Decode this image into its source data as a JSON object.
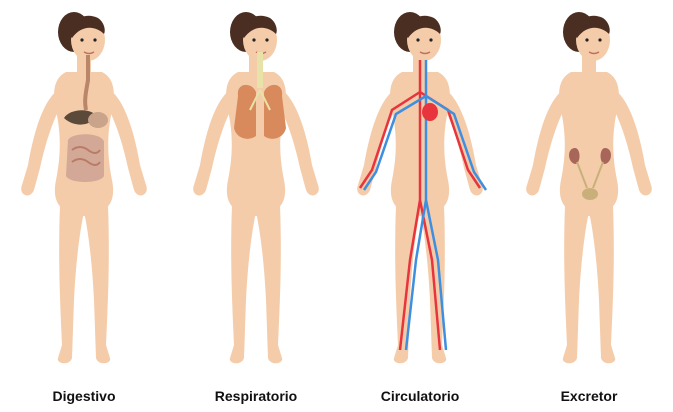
{
  "figures": [
    {
      "label": "Digestivo",
      "system": "digestive"
    },
    {
      "label": "Respiratorio",
      "system": "respiratory"
    },
    {
      "label": "Circulatorio",
      "system": "circulatory"
    },
    {
      "label": "Excretor",
      "system": "excretory"
    }
  ],
  "colors": {
    "skin": "#f4ccaa",
    "skin_outline": "#e6b48e",
    "hair": "#4a2e22",
    "artery": "#e8343c",
    "vein": "#3f8fe0",
    "organ_brown": "#b9866a",
    "lung": "#d98a5c",
    "kidney": "#a8665a"
  }
}
